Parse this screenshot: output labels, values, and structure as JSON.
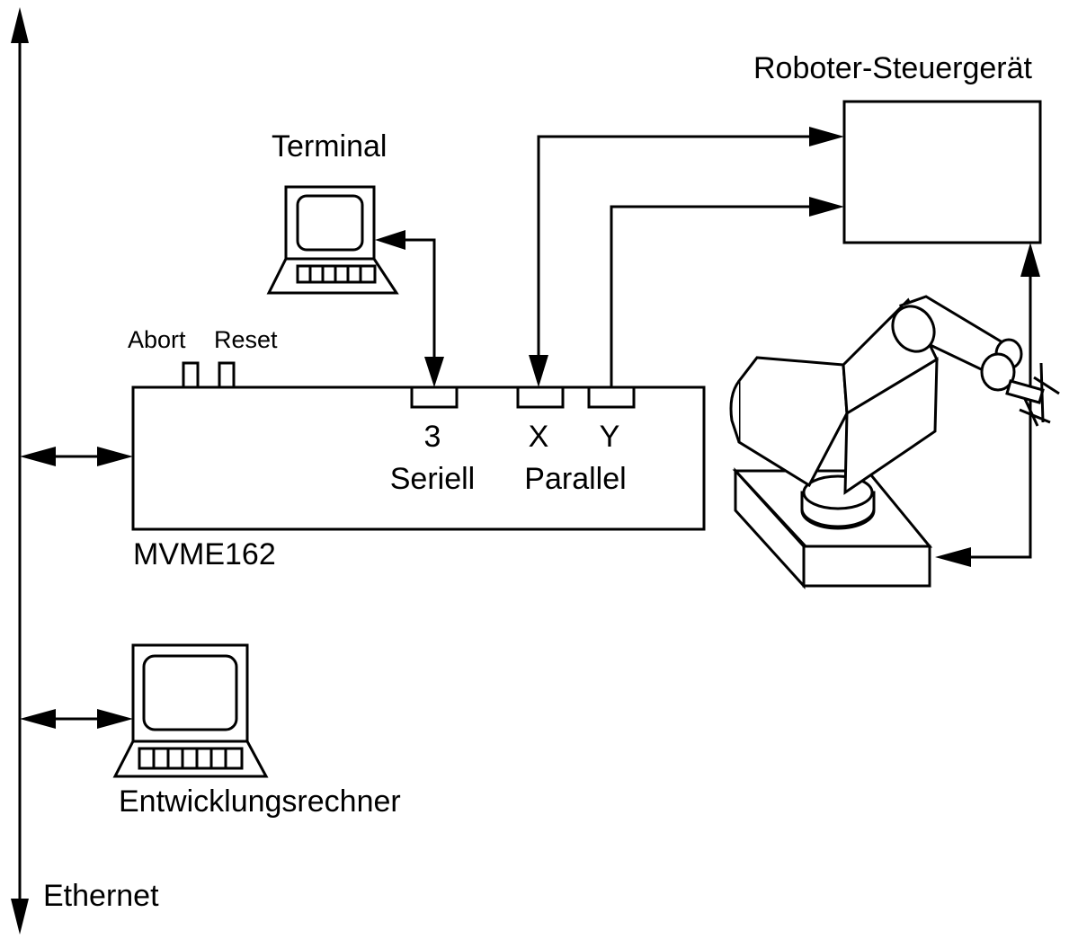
{
  "labels": {
    "robot_controller": "Roboter-Steuergerät",
    "terminal": "Terminal",
    "abort": "Abort",
    "reset": "Reset",
    "port_3": "3",
    "serial": "Seriell",
    "port_x": "X",
    "port_y": "Y",
    "parallel": "Parallel",
    "board": "MVME162",
    "dev_computer": "Entwicklungsrechner",
    "ethernet": "Ethernet"
  },
  "colors": {
    "stroke": "#000000",
    "background": "#ffffff"
  }
}
